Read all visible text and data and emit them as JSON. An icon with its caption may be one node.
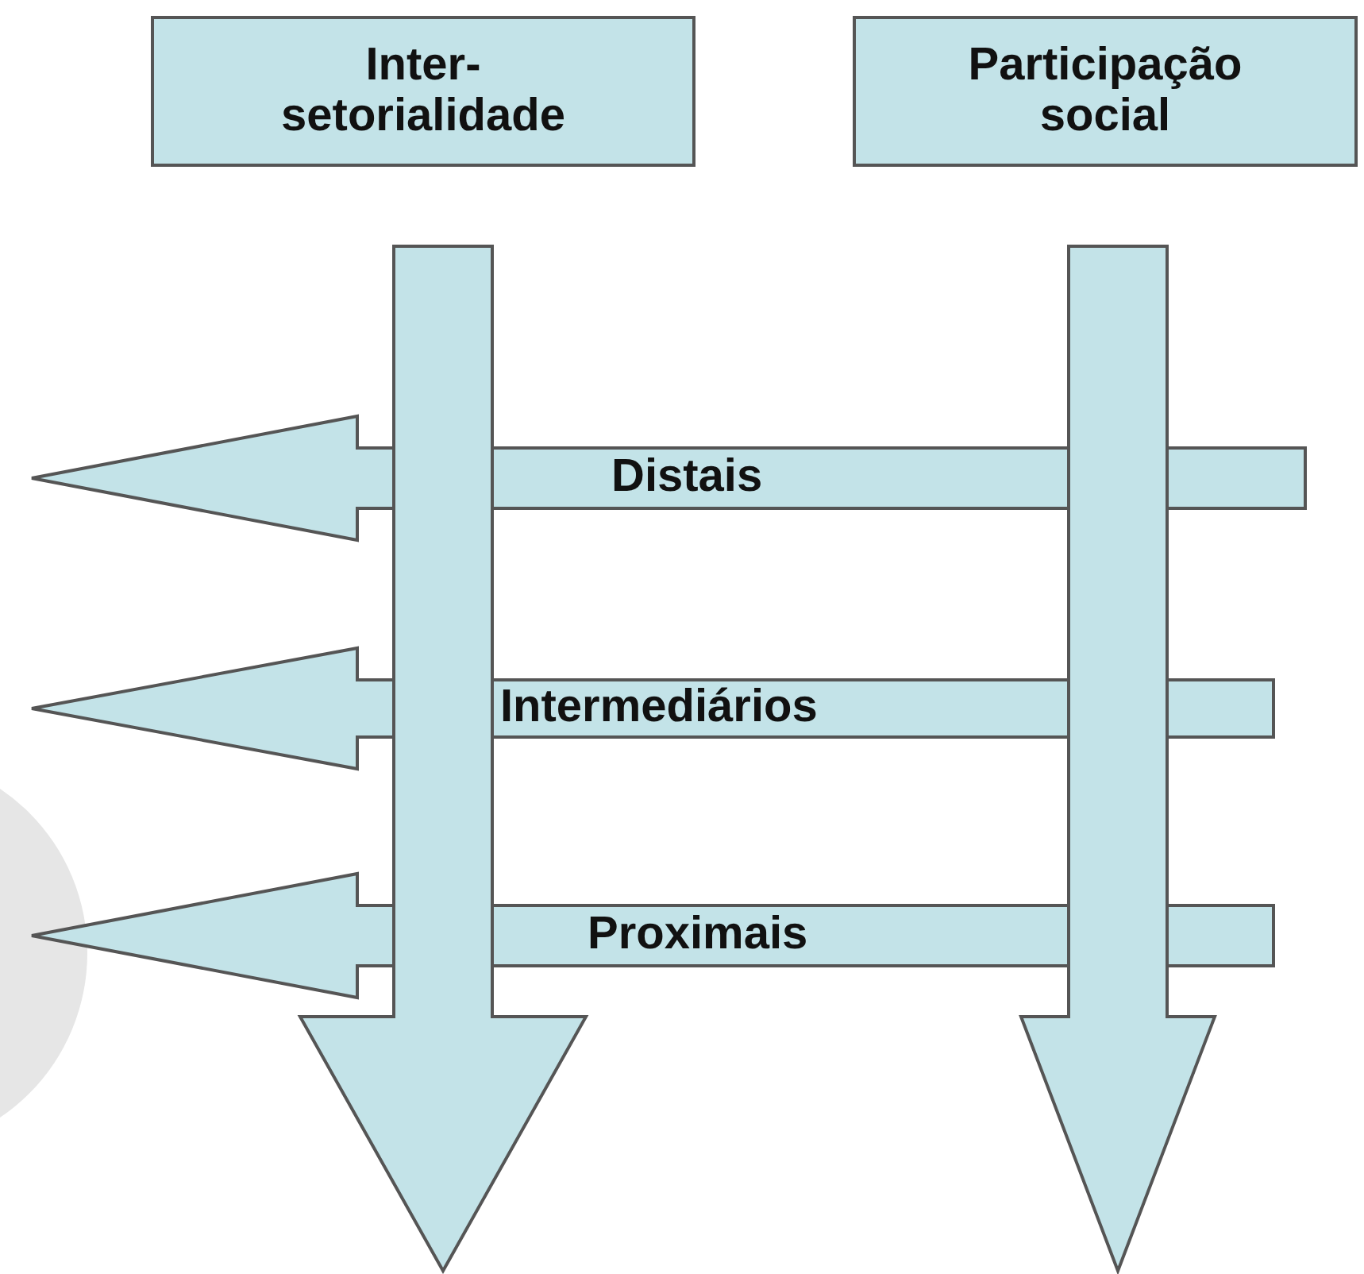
{
  "diagram": {
    "nodes": [
      {
        "text": [
          "Inter- setorialidade"
        ]
      },
      {
        "text": [
          "Participação social"
        ]
      },
      {
        "text": [
          "Distais"
        ]
      },
      {
        "text": [
          "Intermediários"
        ]
      },
      {
        "text": [
          "Proximais"
        ]
      }
    ]
  }
}
